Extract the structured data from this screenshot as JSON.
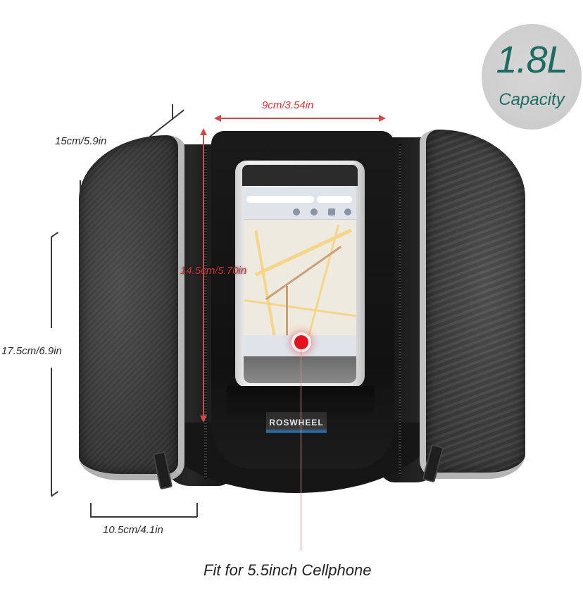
{
  "badge": {
    "volume": "1.8L",
    "label": "Capacity",
    "text_color": "#1f6b62",
    "bg_color": "#cfcfcf"
  },
  "dimensions": {
    "width_top": "9cm/3.54in",
    "depth": "15cm/5.9in",
    "height": "17.5cm/6.9in",
    "phone_window_height": "14.5cm/5.70in",
    "bottom_width": "10.5cm/4.1in"
  },
  "product": {
    "brand": "ROSWHEEL",
    "type": "bike top tube frame bag with phone window"
  },
  "caption": "Fit for 5.5inch Cellphone",
  "colors": {
    "annotation_red": "#cf4a4d",
    "bag_black": "#1a1a1a",
    "piping_grey": "#b8b8b8"
  }
}
